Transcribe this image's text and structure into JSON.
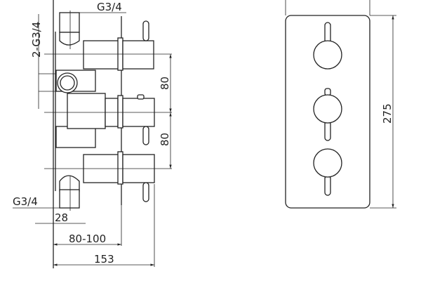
{
  "side_view": {
    "outlet_top_label": "G3/4",
    "inlet_label": "2-G3/4",
    "outlet_bottom_label": "G3/4",
    "dim_pipe": "28",
    "dim_depth_range": "80-100",
    "dim_total_depth": "153",
    "dim_spacing_upper": "80",
    "dim_spacing_lower": "80"
  },
  "front_view": {
    "dim_height": "275",
    "handle_count": 3
  }
}
